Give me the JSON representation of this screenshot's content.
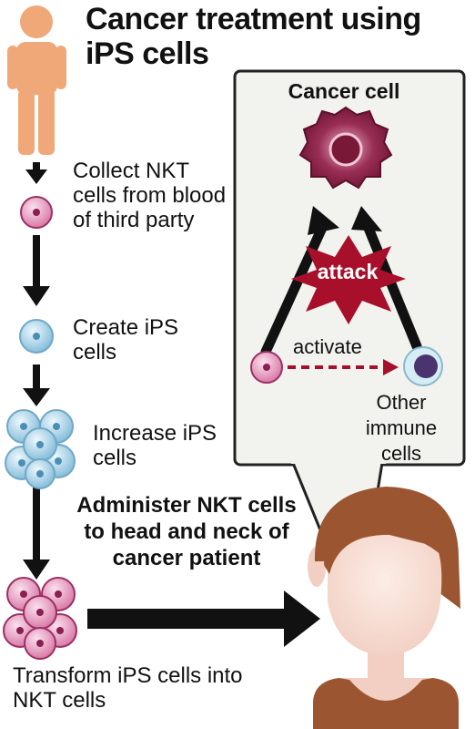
{
  "title": "Cancer treatment using iPS cells",
  "steps": {
    "collect": "Collect NKT cells from blood of third party",
    "create": "Create iPS cells",
    "increase": "Increase iPS cells",
    "transform": "Transform iPS cells into NKT cells"
  },
  "administer": "Administer NKT cells to head and neck of cancer patient",
  "panel": {
    "title": "Cancer cell",
    "attack": "attack",
    "activate": "activate",
    "other_cells": "Other immune cells"
  },
  "colors": {
    "body": "#F0A878",
    "nkt_cell": "#D97AA8",
    "ips_cell": "#A9D3E8",
    "cancer": "#7A1838",
    "attack_star": "#A80F2A",
    "immune": "#4A3470",
    "hair": "#9B5530",
    "skin": "#F7DED4",
    "panel_bg": "#F2F2EE"
  }
}
